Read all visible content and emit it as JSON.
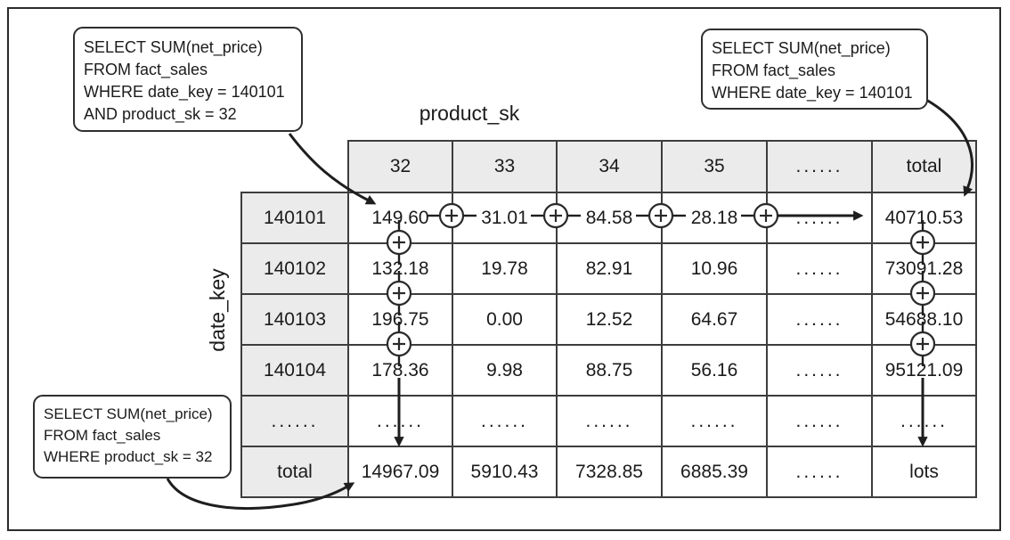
{
  "figure": {
    "axes": {
      "column": "product_sk",
      "row": "date_key"
    },
    "column_headers": [
      "32",
      "33",
      "34",
      "35",
      "......",
      "total"
    ],
    "row_headers": [
      "140101",
      "140102",
      "140103",
      "140104",
      "......",
      "total"
    ],
    "rows": [
      [
        "149.60",
        "31.01",
        "84.58",
        "28.18",
        "......",
        "40710.53"
      ],
      [
        "132.18",
        "19.78",
        "82.91",
        "10.96",
        "......",
        "73091.28"
      ],
      [
        "196.75",
        "0.00",
        "12.52",
        "64.67",
        "......",
        "54688.10"
      ],
      [
        "178.36",
        "9.98",
        "88.75",
        "56.16",
        "......",
        "95121.09"
      ],
      [
        "......",
        "......",
        "......",
        "......",
        "......",
        "......"
      ],
      [
        "14967.09",
        "5910.43",
        "7328.85",
        "6885.39",
        "......",
        "lots"
      ]
    ],
    "callouts": {
      "top_left": {
        "lines": [
          "SELECT SUM(net_price)",
          "FROM fact_sales",
          "WHERE date_key = 140101",
          "AND product_sk = 32"
        ]
      },
      "top_right": {
        "lines": [
          "SELECT SUM(net_price)",
          "FROM fact_sales",
          "WHERE date_key = 140101"
        ]
      },
      "bottom_left": {
        "lines": [
          "SELECT SUM(net_price)",
          "FROM fact_sales",
          "WHERE product_sk = 32"
        ]
      }
    },
    "icons": {
      "sum_operator": "plus-in-circle"
    },
    "colors": {
      "header_fill": "#ebebeb",
      "grid_line": "#3d3d3d",
      "arrow": "#1e1e1e",
      "text": "#1b1b1b",
      "background": "#ffffff"
    }
  }
}
